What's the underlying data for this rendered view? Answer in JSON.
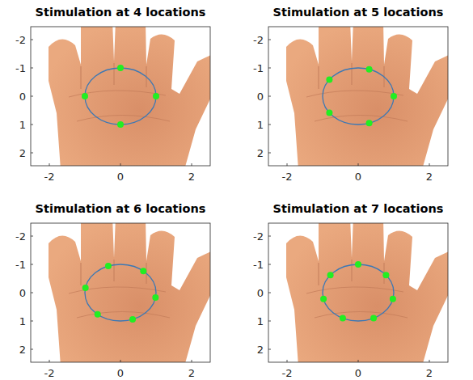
{
  "diagram": {
    "labels": [
      "Stimulation at 4 locations",
      "-2",
      "-1",
      "0",
      "1",
      "2",
      "-2",
      "0",
      "2",
      "Stimulation at 5 locations",
      "-2",
      "-1",
      "0",
      "1",
      "2",
      "-2",
      "0",
      "2",
      "Stimulation at 6 locations",
      "-2",
      "-1",
      "0",
      "1",
      "2",
      "-2",
      "0",
      "2",
      "Stimulation at 7 locations",
      "-2",
      "-1",
      "0",
      "1",
      "2",
      "-2",
      "0",
      "2"
    ]
  }
}
